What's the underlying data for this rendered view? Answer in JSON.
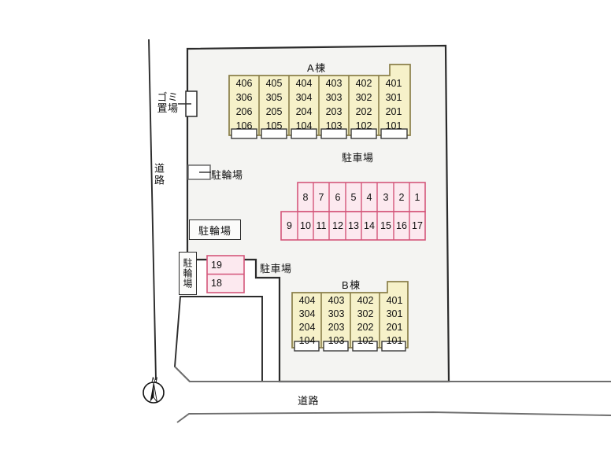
{
  "map": {
    "kind": "property-site-layout-plan",
    "colors": {
      "site_fill": "#f4f4f2",
      "site_stroke": "#2b2b2b",
      "building_fill": "#f6f1c9",
      "building_stroke": "#8a7f4a",
      "parking_fill": "#fce9ef",
      "parking_stroke": "#d4567a",
      "road_stroke": "#6e6e6e",
      "text": "#111111",
      "vacant_fill": "#ffffff"
    }
  },
  "labels": {
    "road_left": "道路",
    "road_bottom": "道路",
    "garbage_area": "ゴミ置場",
    "bicycle_parking_1": "駐輪場",
    "bicycle_parking_2": "駐輪場",
    "bicycle_parking_3": "駐輪場",
    "parking_lot_upper": "駐車場",
    "parking_lot_lower": "駐車場",
    "compass_north": "N"
  },
  "buildings": [
    {
      "name": "A棟",
      "columns": [
        {
          "units": [
            "406",
            "306",
            "206",
            "106"
          ]
        },
        {
          "units": [
            "405",
            "305",
            "205",
            "105"
          ]
        },
        {
          "units": [
            "404",
            "304",
            "204",
            "104"
          ]
        },
        {
          "units": [
            "403",
            "303",
            "203",
            "103"
          ]
        },
        {
          "units": [
            "402",
            "302",
            "202",
            "102"
          ]
        },
        {
          "units": [
            "401",
            "301",
            "201",
            "101"
          ]
        }
      ]
    },
    {
      "name": "B棟",
      "columns": [
        {
          "units": [
            "404",
            "304",
            "204",
            "104"
          ]
        },
        {
          "units": [
            "403",
            "303",
            "203",
            "103"
          ]
        },
        {
          "units": [
            "402",
            "302",
            "202",
            "102"
          ]
        },
        {
          "units": [
            "401",
            "301",
            "201",
            "101"
          ]
        }
      ]
    }
  ],
  "parking": {
    "upper_row": [
      "8",
      "7",
      "6",
      "5",
      "4",
      "3",
      "2",
      "1"
    ],
    "lower_row": [
      "9",
      "10",
      "11",
      "12",
      "13",
      "14",
      "15",
      "16",
      "17"
    ],
    "left_block": [
      "19",
      "18"
    ]
  }
}
